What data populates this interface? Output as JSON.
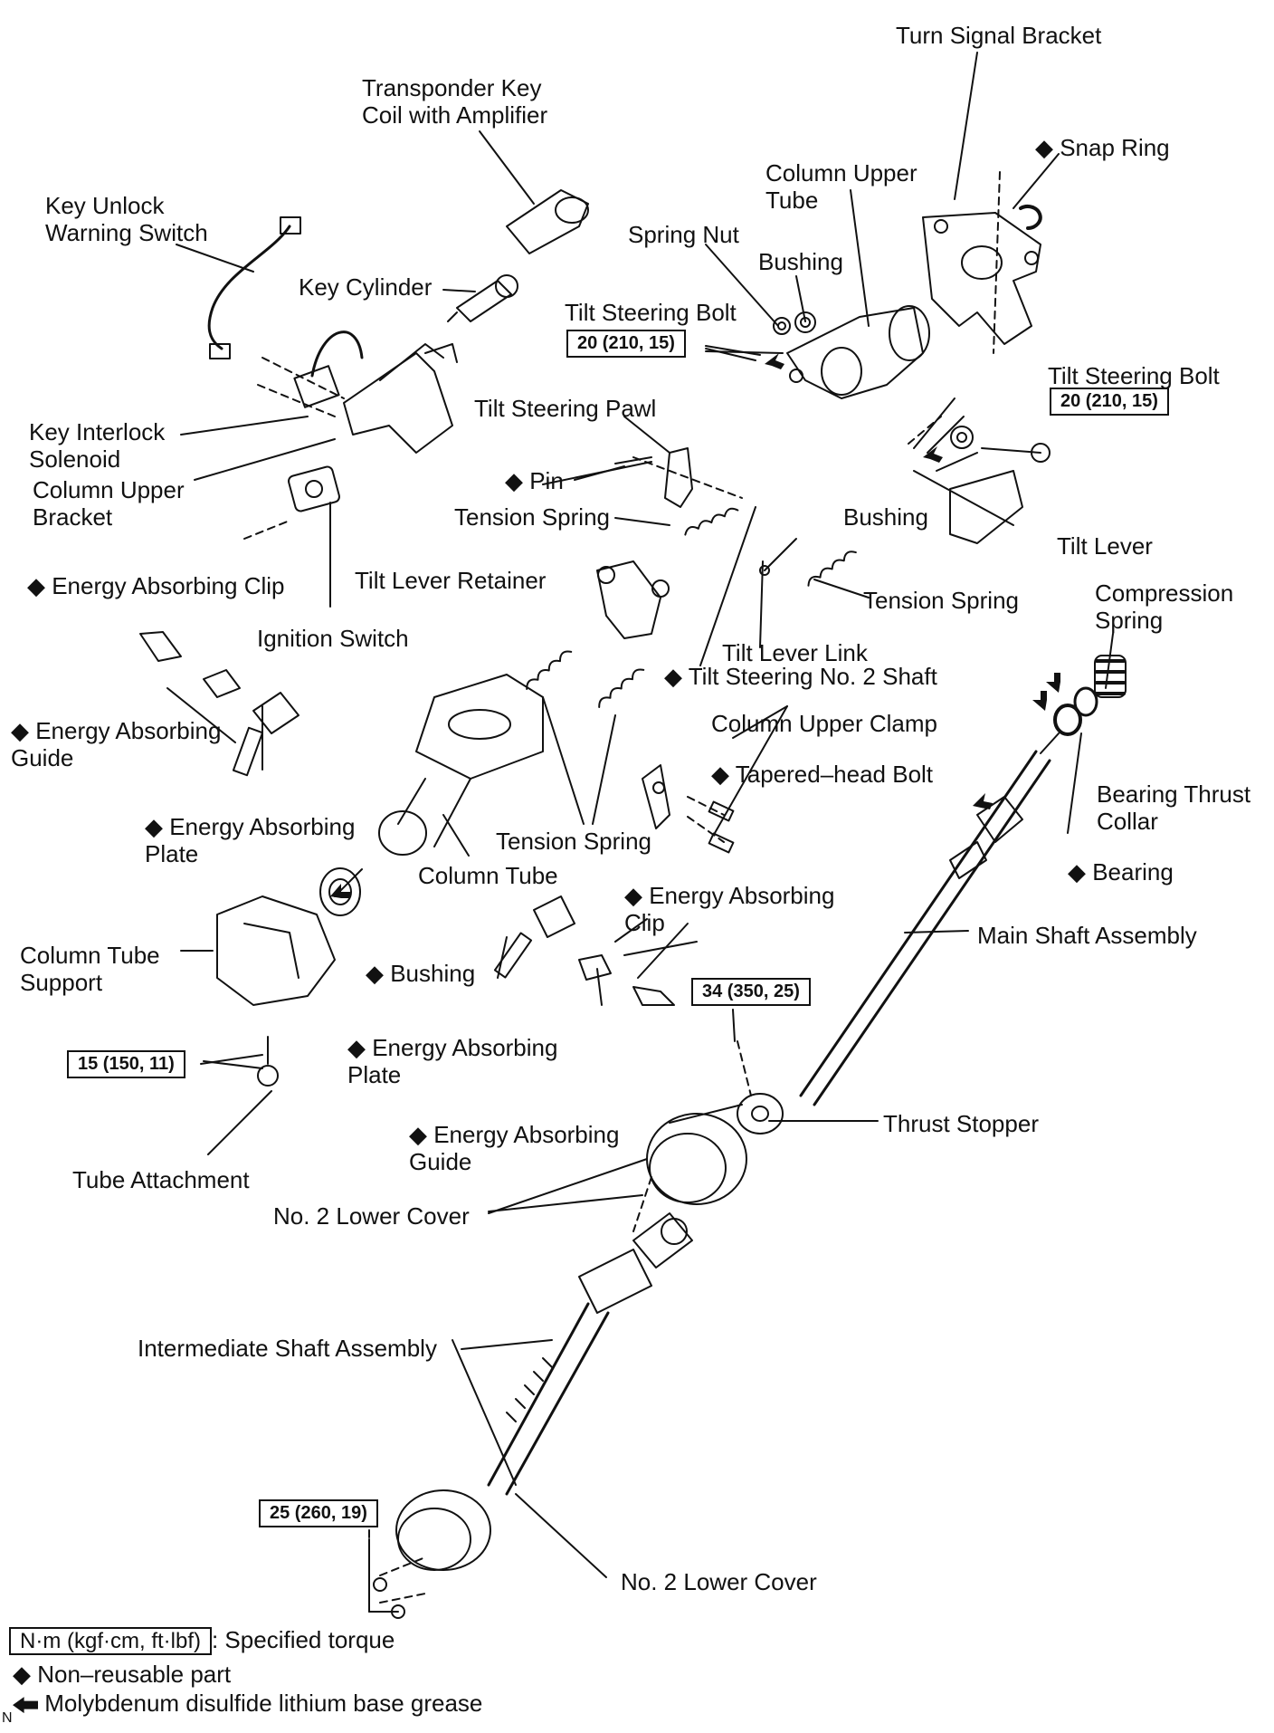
{
  "labels": {
    "turn_signal_bracket": "Turn Signal Bracket",
    "snap_ring": "◆ Snap Ring",
    "transponder": "Transponder Key\nCoil with Amplifier",
    "column_upper_tube": "Column Upper\nTube",
    "spring_nut": "Spring Nut",
    "bushing_top": "Bushing",
    "key_unlock": "Key Unlock\nWarning Switch",
    "key_cylinder": "Key Cylinder",
    "tilt_bolt_left": "Tilt Steering Bolt",
    "tilt_bolt_right": "Tilt Steering Bolt",
    "key_interlock": "Key Interlock\nSolenoid",
    "column_upper_bracket": "Column Upper\nBracket",
    "tilt_pawl": "Tilt Steering Pawl",
    "pin": "◆ Pin",
    "tension_spring_1": "Tension Spring",
    "bushing_mid": "Bushing",
    "tilt_lever": "Tilt Lever",
    "ea_clip_1": "◆ Energy Absorbing Clip",
    "tilt_lever_retainer": "Tilt Lever Retainer",
    "tension_spring_2": "Tension Spring",
    "ignition_switch": "Ignition Switch",
    "tilt_lever_link": "Tilt Lever Link",
    "tilt_no2_shaft": "◆ Tilt Steering No. 2 Shaft",
    "compression_spring": "Compression\nSpring",
    "column_upper_clamp": "Column Upper Clamp",
    "ea_guide_1": "◆ Energy Absorbing\nGuide",
    "tapered_bolt": "◆ Tapered–head Bolt",
    "bearing_thrust_collar": "Bearing Thrust\nCollar",
    "ea_plate_1": "◆ Energy Absorbing\nPlate",
    "tension_spring_3": "Tension Spring",
    "column_tube": "Column Tube",
    "bearing": "◆ Bearing",
    "ea_clip_2": "◆ Energy Absorbing\nClip",
    "main_shaft": "Main Shaft Assembly",
    "column_tube_support": "Column Tube\nSupport",
    "bushing_low": "◆ Bushing",
    "ea_plate_2": "◆ Energy Absorbing\nPlate",
    "thrust_stopper": "Thrust Stopper",
    "ea_guide_2": "◆ Energy Absorbing\nGuide",
    "tube_attachment": "Tube Attachment",
    "no2_lower_cover_1": "No. 2 Lower Cover",
    "intermediate_shaft": "Intermediate Shaft Assembly",
    "no2_lower_cover_2": "No. 2 Lower Cover"
  },
  "torques": {
    "tilt_bolt_left": "20 (210, 15)",
    "tilt_bolt_right": "20 (210, 15)",
    "thrust_stopper": "34 (350, 25)",
    "tube_attachment": "15 (150, 11)",
    "lower_cover": "25 (260, 19)"
  },
  "legend": {
    "torque_unit": "N·m (kgf·cm, ft·lbf)",
    "torque_desc": ": Specified torque",
    "non_reusable": "◆ Non–reusable part",
    "grease": "Molybdenum disulfide lithium base grease",
    "corner_mark": "N"
  },
  "icons": {
    "non_reusable": "diamond-icon",
    "grease": "arrow-grease-icon"
  }
}
